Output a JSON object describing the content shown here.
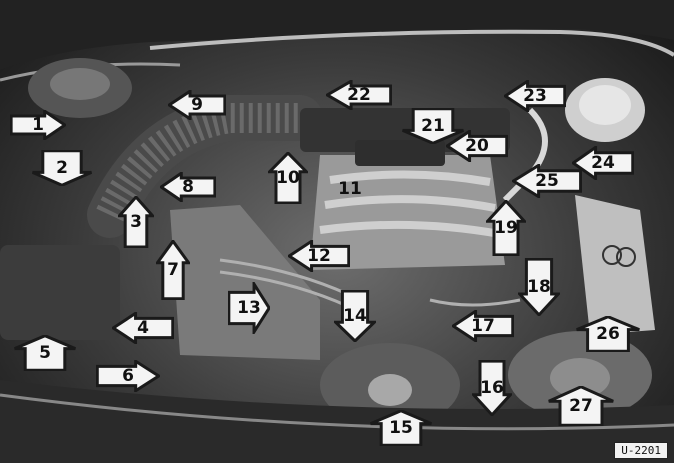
{
  "photo": {
    "callouts": [
      {
        "label": "1",
        "dir": "right"
      },
      {
        "label": "2",
        "dir": "down"
      },
      {
        "label": "3",
        "dir": "up"
      },
      {
        "label": "4",
        "dir": "left"
      },
      {
        "label": "5",
        "dir": "up"
      },
      {
        "label": "6",
        "dir": "right"
      },
      {
        "label": "7",
        "dir": "up"
      },
      {
        "label": "8",
        "dir": "left"
      },
      {
        "label": "9",
        "dir": "left"
      },
      {
        "label": "10",
        "dir": "up"
      },
      {
        "label": "11",
        "dir": "none"
      },
      {
        "label": "12",
        "dir": "left"
      },
      {
        "label": "13",
        "dir": "right"
      },
      {
        "label": "14",
        "dir": "down"
      },
      {
        "label": "15",
        "dir": "up"
      },
      {
        "label": "16",
        "dir": "down"
      },
      {
        "label": "17",
        "dir": "left"
      },
      {
        "label": "18",
        "dir": "down"
      },
      {
        "label": "19",
        "dir": "up"
      },
      {
        "label": "20",
        "dir": "left"
      },
      {
        "label": "21",
        "dir": "down"
      },
      {
        "label": "22",
        "dir": "left"
      },
      {
        "label": "23",
        "dir": "left"
      },
      {
        "label": "24",
        "dir": "left"
      },
      {
        "label": "25",
        "dir": "left"
      },
      {
        "label": "26",
        "dir": "up"
      },
      {
        "label": "27",
        "dir": "up"
      }
    ],
    "figure_ref": "U-2201",
    "colors": {
      "callout_fill": "#f4f4f4",
      "callout_stroke": "#1a1a1a"
    }
  }
}
